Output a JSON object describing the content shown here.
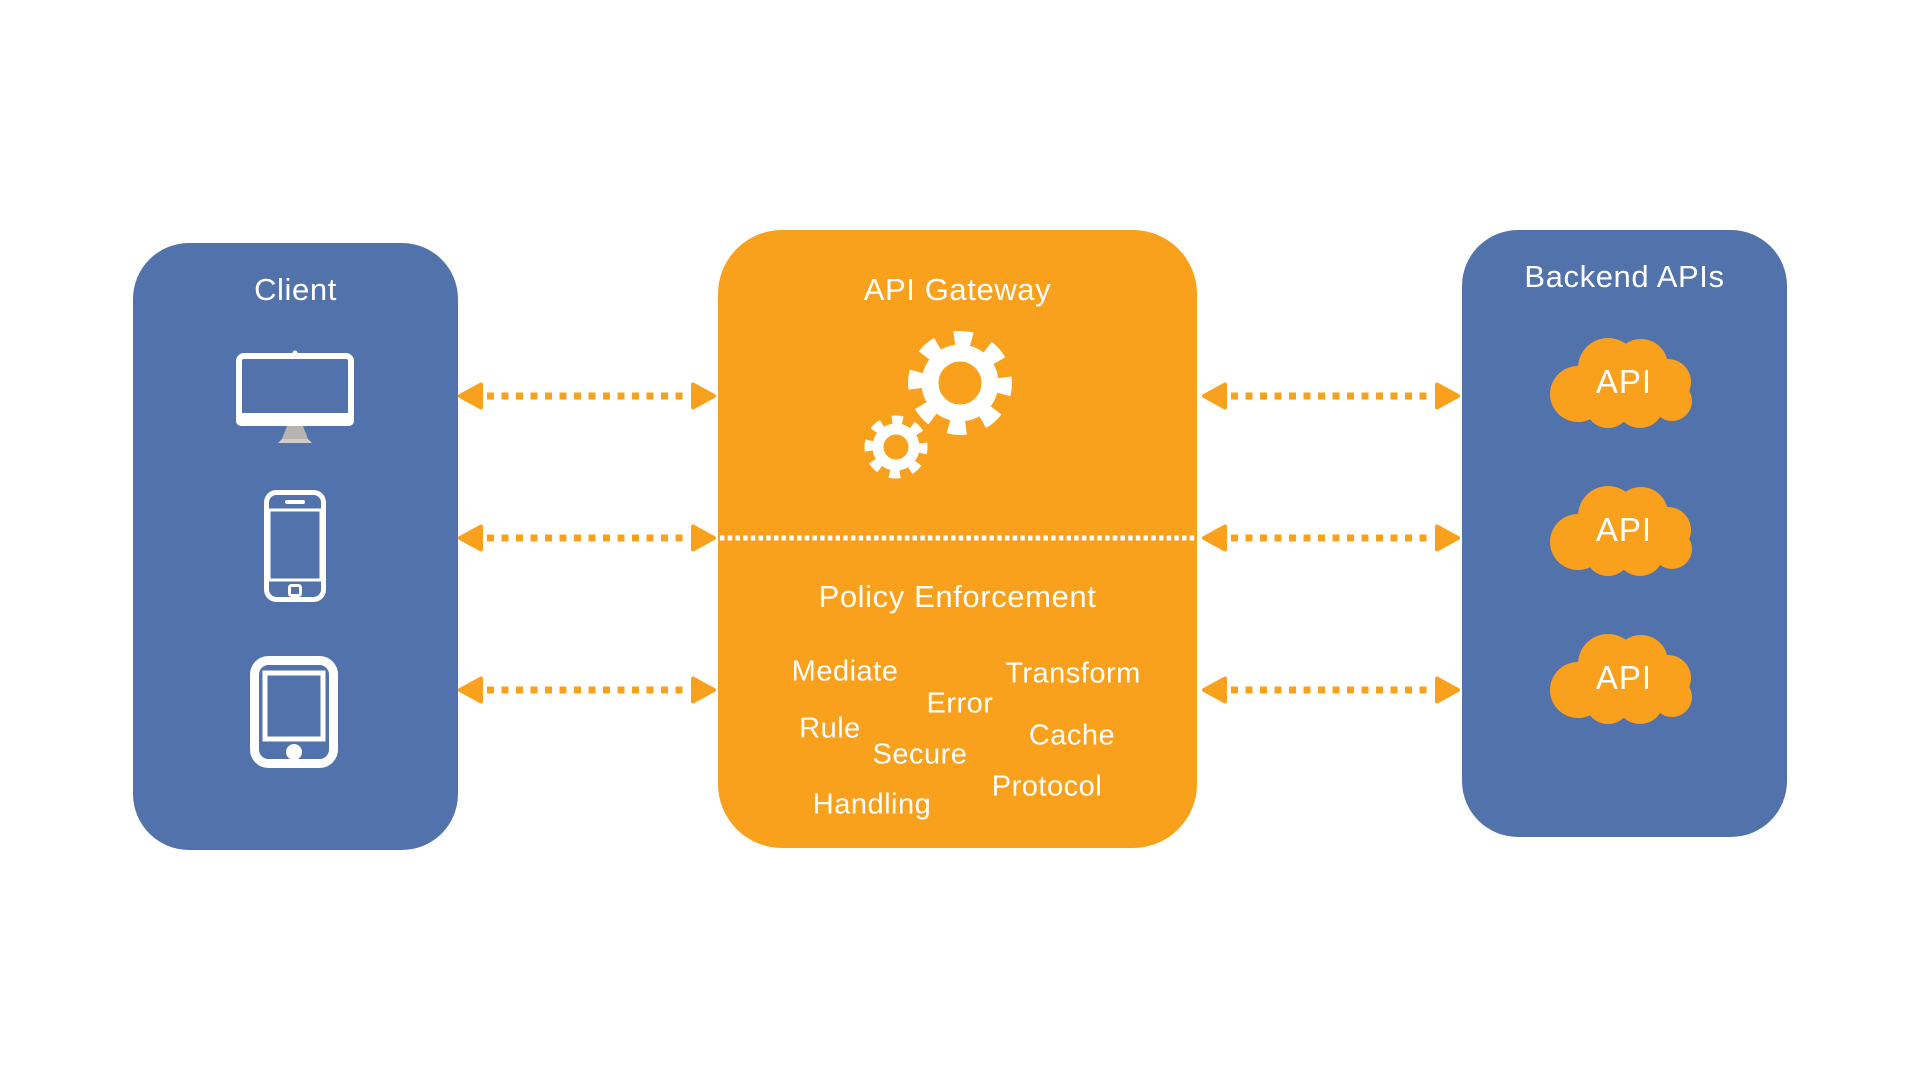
{
  "panels": {
    "client": {
      "title": "Client",
      "icons": [
        "desktop-monitor",
        "smartphone",
        "tablet"
      ]
    },
    "gateway": {
      "title": "API Gateway",
      "icon": "gears",
      "section_title": "Policy Enforcement",
      "keywords": [
        "Mediate",
        "Transform",
        "Error",
        "Rule",
        "Cache",
        "Secure",
        "Protocol",
        "Handling"
      ]
    },
    "backend": {
      "title": "Backend APIs",
      "clouds": [
        {
          "label": "API"
        },
        {
          "label": "API"
        },
        {
          "label": "API"
        }
      ]
    }
  },
  "connections": [
    {
      "from": "client",
      "to": "api-gateway",
      "style": "dotted-double-arrow",
      "count": 3
    },
    {
      "from": "api-gateway",
      "to": "backend-apis",
      "style": "dotted-double-arrow",
      "count": 3
    },
    {
      "through": "api-gateway",
      "row": 2,
      "style": "white-dotted-line"
    }
  ],
  "colors": {
    "panel_blue": "#5272AC",
    "accent_orange": "#F9A11C",
    "text_white": "#FFFFFF",
    "monitor_stand_gray": "#B7B3B0",
    "background": "#FFFFFF"
  }
}
